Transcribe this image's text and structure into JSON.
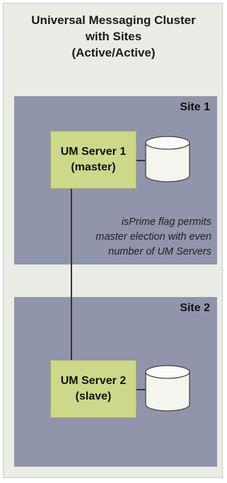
{
  "title": {
    "line1": "Universal Messaging Cluster",
    "line2": "with Sites",
    "line3": "(Active/Active)"
  },
  "site1": {
    "label": "Site 1",
    "server": {
      "name": "UM Server 1",
      "role": "(master)"
    }
  },
  "site2": {
    "label": "Site 2",
    "server": {
      "name": "UM Server 2",
      "role": "(slave)"
    }
  },
  "note": {
    "line1": "isPrime flag permits",
    "line2": "master election with even",
    "line3": "number of UM Servers"
  },
  "colors": {
    "background": "#e9ede6",
    "site": "#9095ab",
    "server": "#cdd88a",
    "database": "#f4f5ef"
  },
  "icons": [
    "database-icon"
  ]
}
